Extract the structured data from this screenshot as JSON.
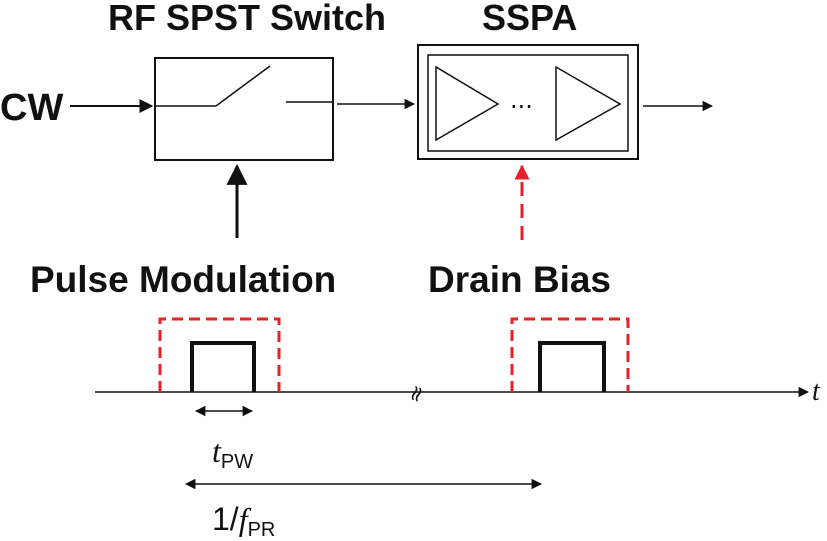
{
  "labels": {
    "switch_title": "RF SPST Switch",
    "amp_title": "SSPA",
    "input": "CW",
    "pulse_mod": "Pulse Modulation",
    "drain_bias": "Drain Bias",
    "time_axis": "t",
    "ellipsis": "···",
    "break_mark": "≈",
    "pulse_width": {
      "base": "t",
      "sub": "PW"
    },
    "period": {
      "prefix": "1/",
      "var": "f",
      "sub": "PR"
    }
  },
  "colors": {
    "line": "#111111",
    "bias": "#e8202a"
  }
}
